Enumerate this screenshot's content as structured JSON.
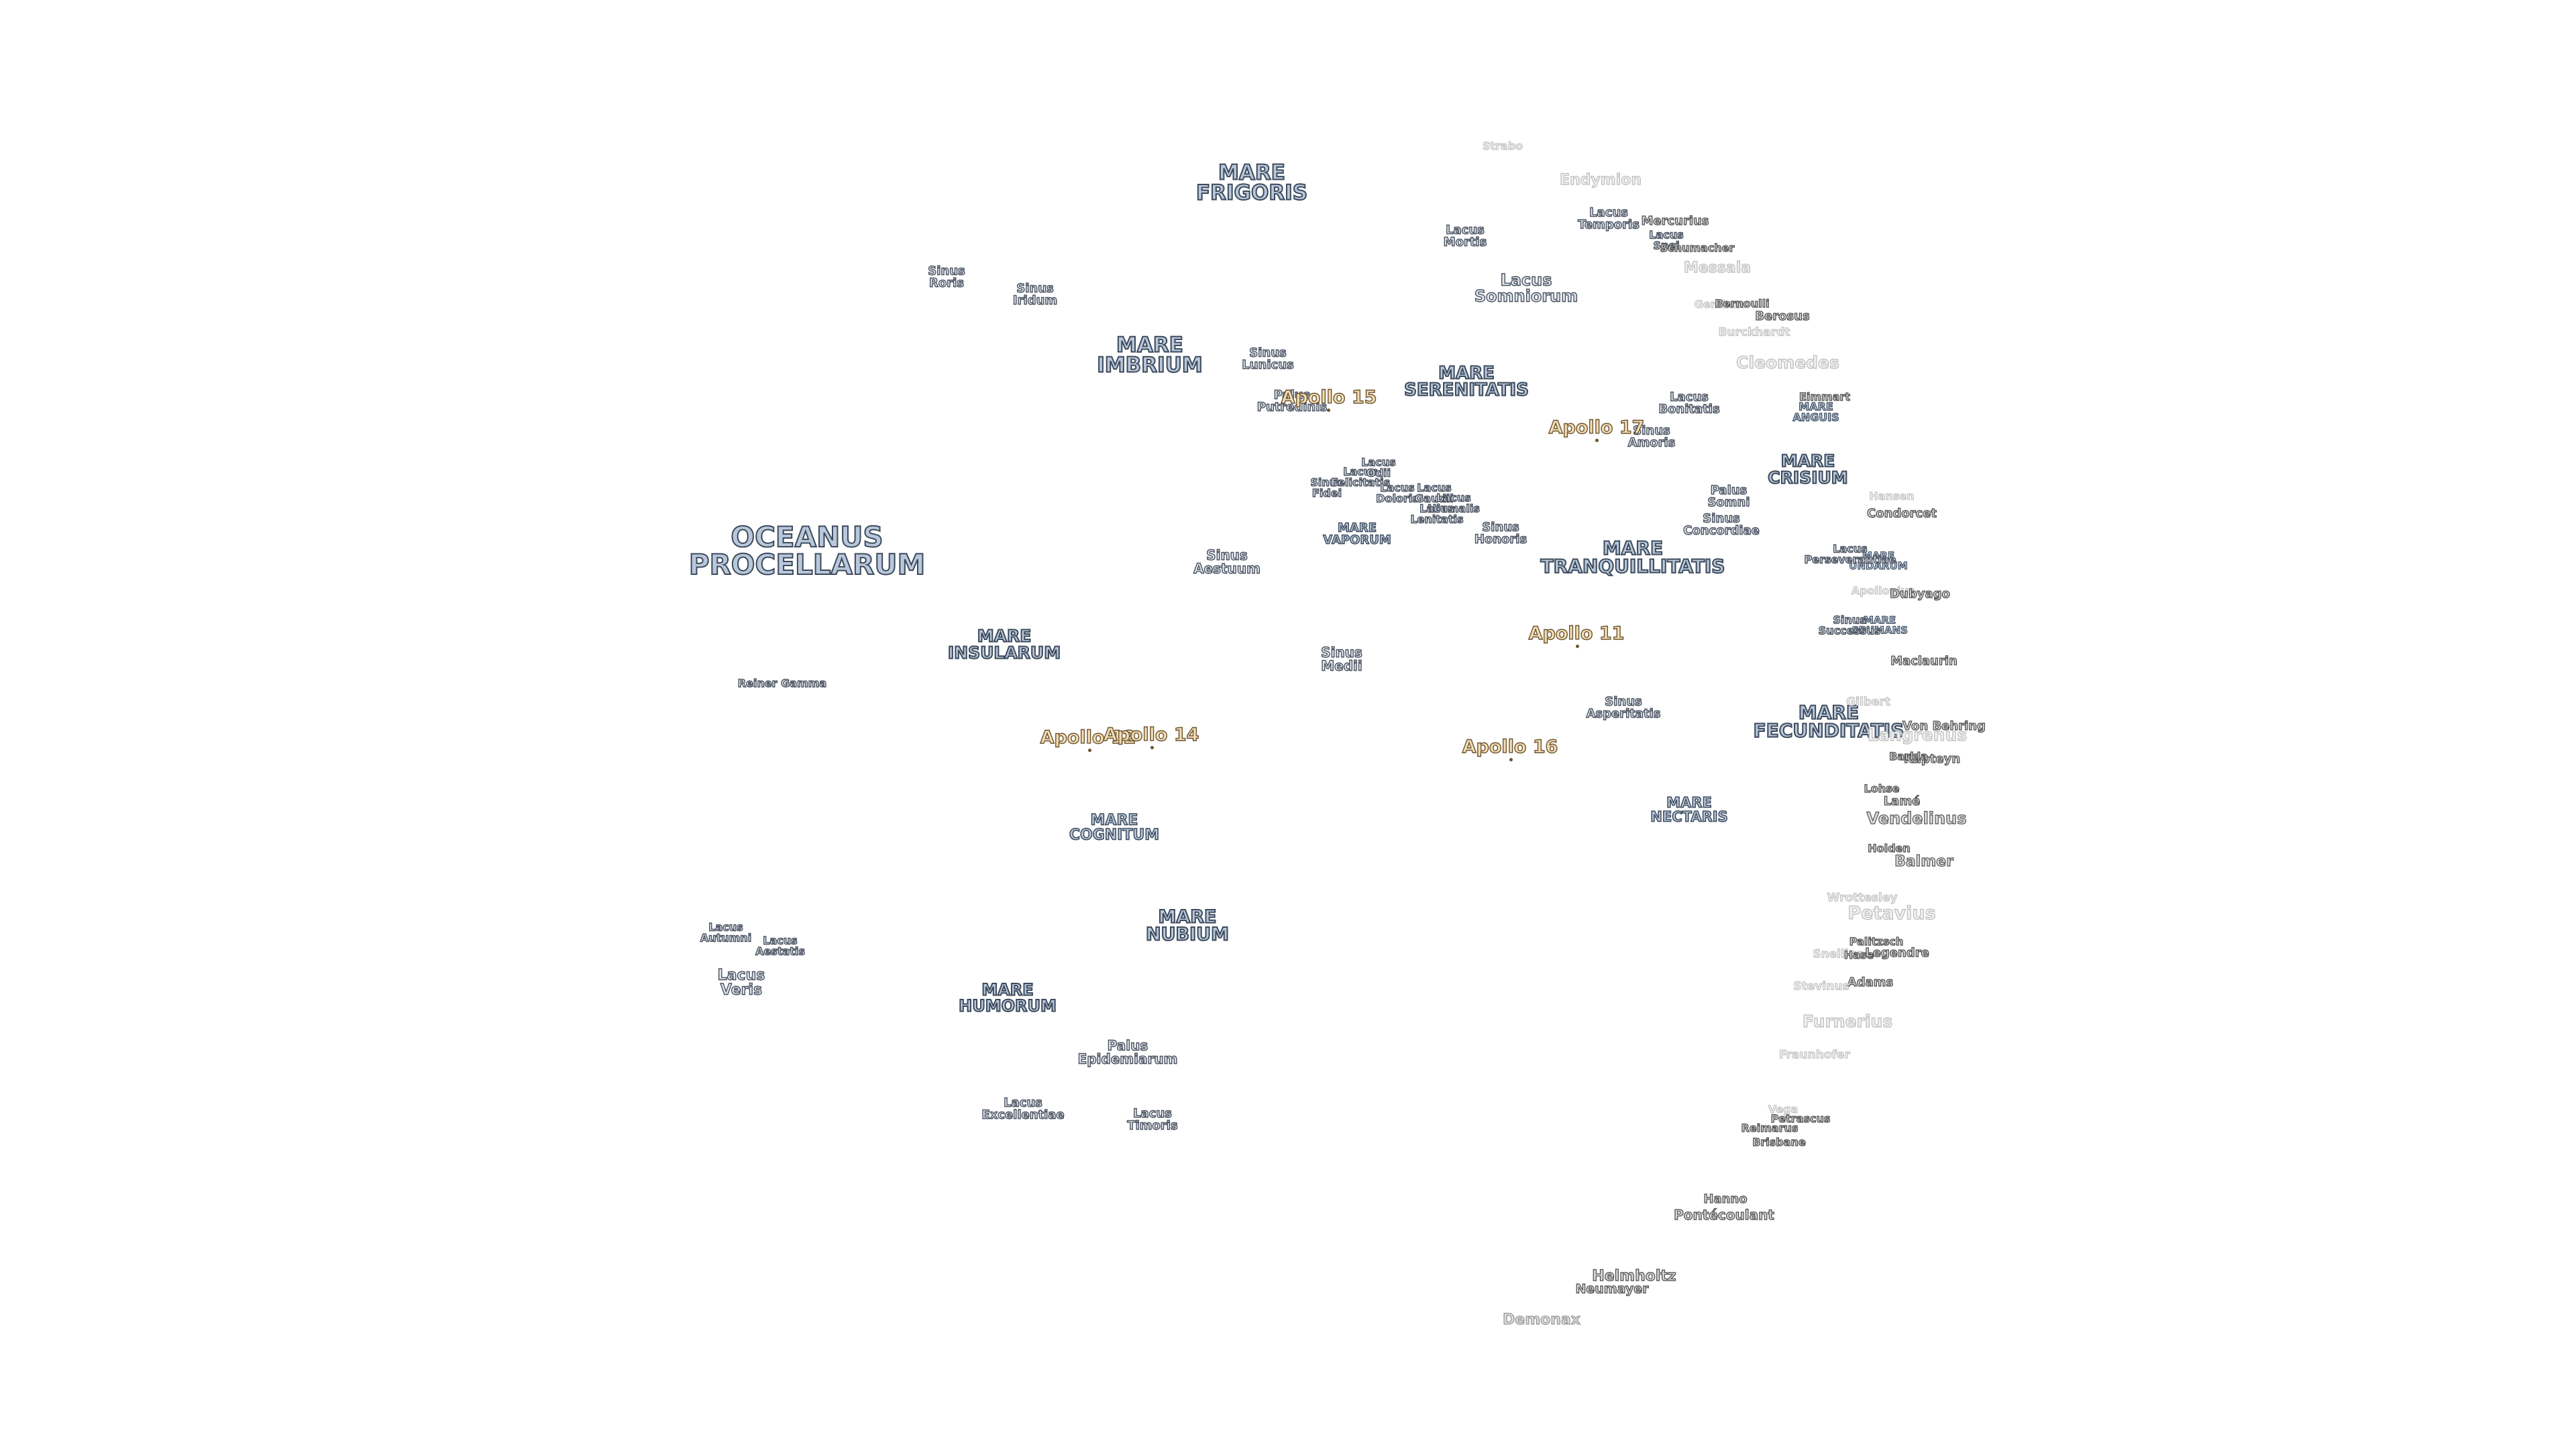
{
  "map": {
    "maria": {
      "oceanus_procellarum": "OCEANUS\nPROCELLARUM",
      "mare_frigoris": "MARE\nFRIGORIS",
      "mare_imbrium": "MARE\nIMBRIUM",
      "mare_serenitatis": "MARE\nSERENITATIS",
      "mare_crisium": "MARE\nCRISIUM",
      "mare_anguis": "MARE\nANGUIS",
      "mare_tranquillitatis": "MARE\nTRANQUILLITATIS",
      "mare_vaporum": "MARE\nVAPORUM",
      "mare_insularum": "MARE\nINSULARUM",
      "mare_fecunditatis": "MARE\nFECUNDITATIS",
      "mare_nectaris": "MARE\nNECTARIS",
      "mare_cognitum": "MARE\nCOGNITUM",
      "mare_nubium": "MARE\nNUBIUM",
      "mare_humorum": "MARE\nHUMORUM",
      "mare_undarum": "MARE\nUNDARUM",
      "mare_spumans": "MARE\nSPUMANS"
    },
    "features": {
      "sinus_roris": "Sinus\nRoris",
      "sinus_iridum": "Sinus\nIridum",
      "sinus_lunicus": "Sinus\nLunicus",
      "palus_putredinis": "Palus\nPutredinis",
      "lacus_mortis": "Lacus\nMortis",
      "lacus_temporis": "Lacus\nTemporis",
      "lacus_somniorum": "Lacus\nSomniorum",
      "lacus_spei": "Lacus\nSpei",
      "lacus_bonitatis": "Lacus\nBonitatis",
      "sinus_amoris": "Sinus\nAmoris",
      "palus_somni": "Palus\nSomni",
      "sinus_concordiae": "Sinus\nConcordiae",
      "sinus_fidei": "Sinus\nFidei",
      "lacus_felicitatis": "Lacus\nFelicitatis",
      "lacus_odii": "Lacus\nOdii",
      "lacus_doloris": "Lacus\nDoloris",
      "lacus_gaudii": "Lacus\nGaudii",
      "lacus_hiemalis": "Lacus\nHiemalis",
      "lacus_lenitatis": "Lacus\nLenitatis",
      "sinus_honoris": "Sinus\nHonoris",
      "sinus_aestuum": "Sinus\nAestuum",
      "sinus_medii": "Sinus\nMedii",
      "sinus_asperitatis": "Sinus\nAsperitatis",
      "lacus_perseverantiae": "Lacus\nPerseverantiae",
      "sinus_successus": "Sinus\nSuccessus",
      "lacus_autumni": "Lacus\nAutumni",
      "lacus_aestatis": "Lacus\nAestatis",
      "lacus_veris": "Lacus\nVeris",
      "palus_epidemiarum": "Palus\nEpidemiarum",
      "lacus_excellentiae": "Lacus\nExcellentiae",
      "lacus_timoris": "Lacus\nTimoris",
      "reiner_gamma": "Reiner Gamma"
    },
    "craters": {
      "strabo": "Strabo",
      "endymion": "Endymion",
      "mercurius": "Mercurius",
      "schumacher": "Schumacher",
      "messala": "Messala",
      "geminus": "Geminus",
      "bernoulli": "Bernoulli",
      "berosus": "Berosus",
      "burckhardt": "Burckhardt",
      "cleomedes": "Cleomedes",
      "eimmart": "Eimmart",
      "hansen": "Hansen",
      "condorcet": "Condorcet",
      "apollonius": "Apollonius",
      "dubyago": "Dubyago",
      "maclaurin": "Maclaurin",
      "gilbert": "Gilbert",
      "langrenus": "Langrenus",
      "von_behring": "Von Behring",
      "kapteyn": "Kapteyn",
      "barkla": "Barkla",
      "lohse": "Lohse",
      "lame": "Lamé",
      "vendelinus": "Vendelinus",
      "holden": "Holden",
      "balmer": "Balmer",
      "wrottesley": "Wrottesley",
      "petavius": "Petavius",
      "snellius": "Snellius",
      "palitzsch": "Palitzsch",
      "hase": "Hase",
      "legendre": "Legendre",
      "adams": "Adams",
      "stevinus": "Stevinus",
      "furnerius": "Furnerius",
      "fraunhofer": "Fraunhofer",
      "vega": "Vega",
      "petrascus": "Petrascus",
      "reimarus": "Reimarus",
      "brisbane": "Brisbane",
      "hanno": "Hanno",
      "pontecoulant": "Pontécoulant",
      "helmholtz": "Helmholtz",
      "neumayer": "Neumayer",
      "demonax": "Demonax"
    },
    "apollo": {
      "a11": "Apollo 11",
      "a12": "Apollo 12",
      "a14": "Apollo 14",
      "a15": "Apollo 15",
      "a16": "Apollo 16",
      "a17": "Apollo 17"
    },
    "colors": {
      "mare_fill": "#b8c7da",
      "mare_outline": "#3c4a5c",
      "apollo_fill": "#f3ddb4",
      "apollo_outline": "#6b5330",
      "background": "#ffffff"
    }
  }
}
